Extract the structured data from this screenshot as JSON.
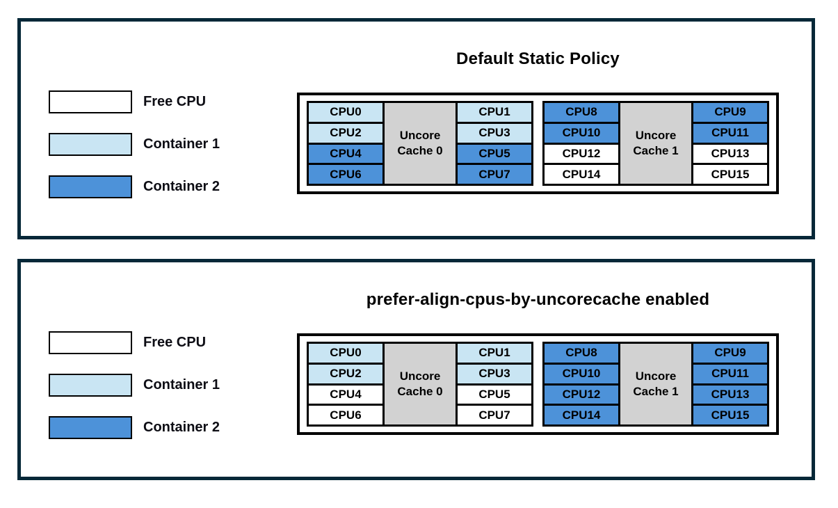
{
  "colors": {
    "free": "#ffffff",
    "container1": "#c9e5f3",
    "container2": "#4d92d9",
    "cache": "#d2d2d2",
    "panel_border": "#062838",
    "cell_border": "#000000"
  },
  "legend": {
    "items": [
      {
        "label": "Free CPU",
        "state": "free"
      },
      {
        "label": "Container 1",
        "state": "container1"
      },
      {
        "label": "Container 2",
        "state": "container2"
      }
    ]
  },
  "panels": [
    {
      "title": "Default Static Policy",
      "blocks": [
        {
          "cache_label": "Uncore Cache 0",
          "left": [
            {
              "label": "CPU0",
              "state": "container1"
            },
            {
              "label": "CPU2",
              "state": "container1"
            },
            {
              "label": "CPU4",
              "state": "container2"
            },
            {
              "label": "CPU6",
              "state": "container2"
            }
          ],
          "right": [
            {
              "label": "CPU1",
              "state": "container1"
            },
            {
              "label": "CPU3",
              "state": "container1"
            },
            {
              "label": "CPU5",
              "state": "container2"
            },
            {
              "label": "CPU7",
              "state": "container2"
            }
          ]
        },
        {
          "cache_label": "Uncore Cache 1",
          "left": [
            {
              "label": "CPU8",
              "state": "container2"
            },
            {
              "label": "CPU10",
              "state": "container2"
            },
            {
              "label": "CPU12",
              "state": "free"
            },
            {
              "label": "CPU14",
              "state": "free"
            }
          ],
          "right": [
            {
              "label": "CPU9",
              "state": "container2"
            },
            {
              "label": "CPU11",
              "state": "container2"
            },
            {
              "label": "CPU13",
              "state": "free"
            },
            {
              "label": "CPU15",
              "state": "free"
            }
          ]
        }
      ]
    },
    {
      "title": "prefer-align-cpus-by-uncorecache enabled",
      "blocks": [
        {
          "cache_label": "Uncore Cache 0",
          "left": [
            {
              "label": "CPU0",
              "state": "container1"
            },
            {
              "label": "CPU2",
              "state": "container1"
            },
            {
              "label": "CPU4",
              "state": "free"
            },
            {
              "label": "CPU6",
              "state": "free"
            }
          ],
          "right": [
            {
              "label": "CPU1",
              "state": "container1"
            },
            {
              "label": "CPU3",
              "state": "container1"
            },
            {
              "label": "CPU5",
              "state": "free"
            },
            {
              "label": "CPU7",
              "state": "free"
            }
          ]
        },
        {
          "cache_label": "Uncore Cache 1",
          "left": [
            {
              "label": "CPU8",
              "state": "container2"
            },
            {
              "label": "CPU10",
              "state": "container2"
            },
            {
              "label": "CPU12",
              "state": "container2"
            },
            {
              "label": "CPU14",
              "state": "container2"
            }
          ],
          "right": [
            {
              "label": "CPU9",
              "state": "container2"
            },
            {
              "label": "CPU11",
              "state": "container2"
            },
            {
              "label": "CPU13",
              "state": "container2"
            },
            {
              "label": "CPU15",
              "state": "container2"
            }
          ]
        }
      ]
    }
  ]
}
